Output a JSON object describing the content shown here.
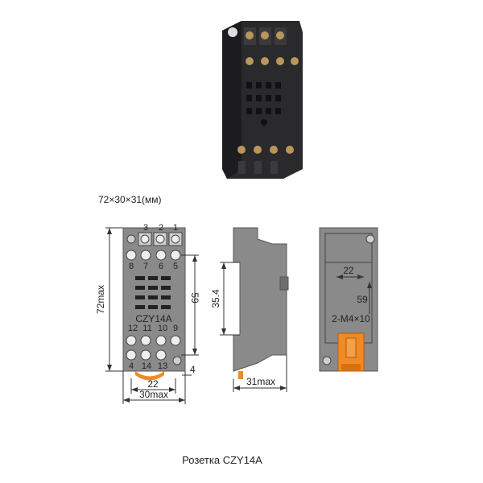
{
  "dimensions_text": "72×30×31(мм)",
  "caption": "Розетка CZY14A",
  "front_view": {
    "top_pins": [
      "3",
      "2",
      "1"
    ],
    "upper_row": [
      "8",
      "7",
      "6",
      "5"
    ],
    "model": "CZY14A",
    "lower_row": [
      "12",
      "11",
      "10",
      "9"
    ],
    "bottom_pins": [
      "4",
      "14",
      "13"
    ],
    "dim_height": "72max",
    "dim_inner": "59",
    "dim_pitch": "22",
    "dim_width": "30max",
    "dim_offset": "4"
  },
  "side_view": {
    "dim_height": "35.4",
    "dim_depth": "31max"
  },
  "back_view": {
    "dim_pitch": "22",
    "dim_inner": "59",
    "mount_holes": "2-M4×10"
  },
  "colors": {
    "body": "#8a8a8a",
    "body_dark": "#6e6e6e",
    "clip": "#f08a24",
    "photo_body": "#2a2a2c",
    "terminal": "#b9975b"
  }
}
